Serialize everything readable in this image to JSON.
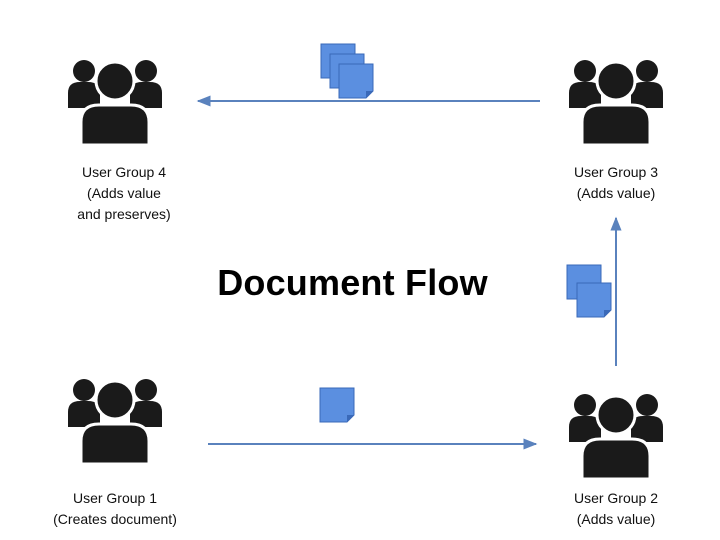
{
  "title": "Document Flow",
  "colors": {
    "people": "#1a1a1a",
    "arrow": "#5a82bd",
    "document_fill": "#5b8fe0",
    "document_stroke": "#3a69b8"
  },
  "icons": {
    "user_group": "user-group-icon",
    "document": "document-icon"
  },
  "groups": [
    {
      "id": "group-1",
      "lines": [
        "User Group 1",
        "(Creates document)"
      ]
    },
    {
      "id": "group-2",
      "lines": [
        "User Group 2",
        "(Adds value)"
      ]
    },
    {
      "id": "group-3",
      "lines": [
        "User Group 3",
        "(Adds value)"
      ]
    },
    {
      "id": "group-4",
      "lines": [
        "User Group 4",
        "(Adds value",
        "and preserves)"
      ]
    }
  ],
  "flows": [
    {
      "from": "group-1",
      "to": "group-2",
      "documents": 1
    },
    {
      "from": "group-2",
      "to": "group-3",
      "documents": 2
    },
    {
      "from": "group-3",
      "to": "group-4",
      "documents": 3
    }
  ]
}
